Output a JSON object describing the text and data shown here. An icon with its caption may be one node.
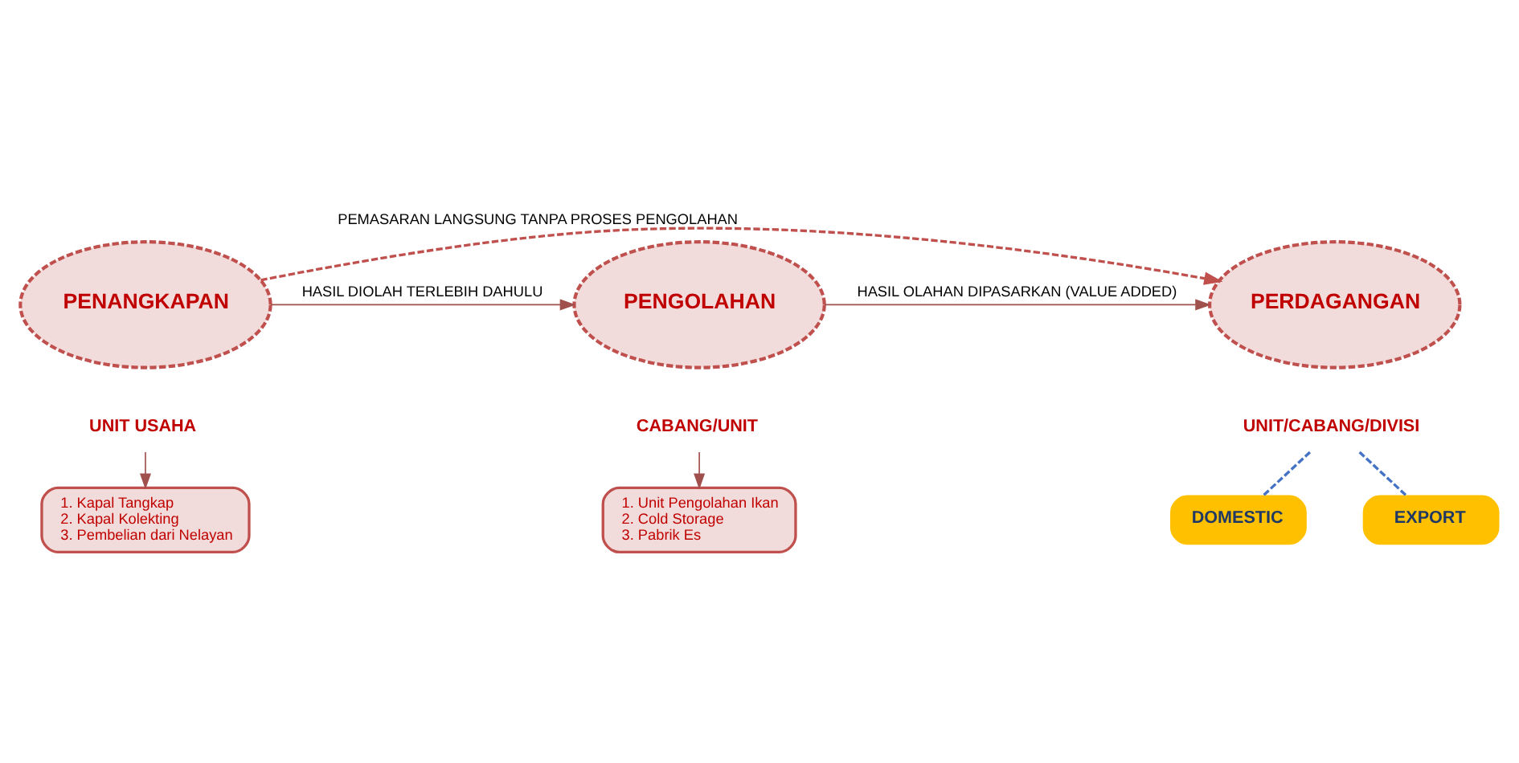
{
  "diagram": {
    "nodes": [
      {
        "text": [
          "PENANGKAPAN"
        ]
      },
      {
        "text": [
          "PENGOLAHAN"
        ]
      },
      {
        "text": [
          "PERDAGANGAN"
        ]
      },
      {
        "text": [
          "UNIT USAHA"
        ]
      },
      {
        "text": [
          "CABANG/UNIT"
        ]
      },
      {
        "text": [
          "UNIT/CABANG/DIVISI"
        ]
      },
      {
        "text": [
          "1. Kapal Tangkap",
          "2. Kapal Kolekting",
          "3. Pembelian dari Nelayan"
        ]
      },
      {
        "text": [
          "1. Unit Pengolahan Ikan",
          "2. Cold Storage",
          "3. Pabrik Es"
        ]
      },
      {
        "text": [
          "DOMESTIC"
        ]
      },
      {
        "text": [
          "EXPORT"
        ]
      }
    ],
    "edges": [
      {
        "from": 0,
        "to": 2,
        "arrow": "to",
        "label": "PEMASARAN LANGSUNG TANPA PROSES PENGOLAHAN",
        "style": "dashed",
        "color": "#c0504d"
      },
      {
        "from": 0,
        "to": 1,
        "arrow": "to",
        "label": "HASIL DIOLAH TERLEBIH DAHULU"
      },
      {
        "from": 1,
        "to": 2,
        "arrow": "to",
        "label": "HASIL OLAHAN DIPASARKAN (VALUE ADDED)"
      },
      {
        "from": 3,
        "to": 6,
        "arrow": "to"
      },
      {
        "from": 4,
        "to": 7,
        "arrow": "to"
      },
      {
        "from": 5,
        "to": 8,
        "arrow": "none",
        "style": "dashed",
        "color": "#4472c4"
      },
      {
        "from": 5,
        "to": 9,
        "arrow": "none",
        "style": "dashed",
        "color": "#4472c4"
      }
    ]
  }
}
